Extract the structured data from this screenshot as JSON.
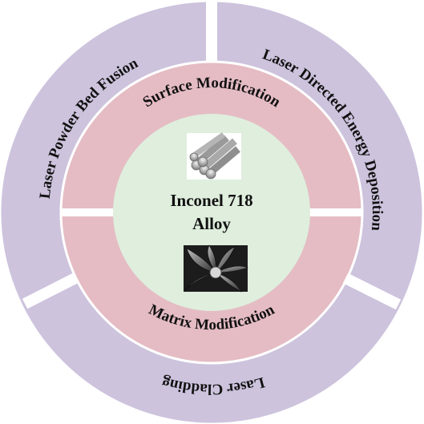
{
  "center": {
    "title_line1": "Inconel 718",
    "title_line2": "Alloy",
    "icons": [
      "metal-rods-icon",
      "turbine-blades-icon"
    ]
  },
  "middle_ring": {
    "top_label": "Surface Modification",
    "bottom_label": "Matrix Modification"
  },
  "outer_ring": {
    "left_label": "Laser Powder Bed Fusion",
    "right_label": "Laser Directed Energy Deposition",
    "bottom_label": "Laser Cladding"
  },
  "colors": {
    "outer_ring": "#cdc3dd",
    "middle_ring": "#e5bcc4",
    "center": "#dfeedd",
    "separator": "#ffffff"
  }
}
